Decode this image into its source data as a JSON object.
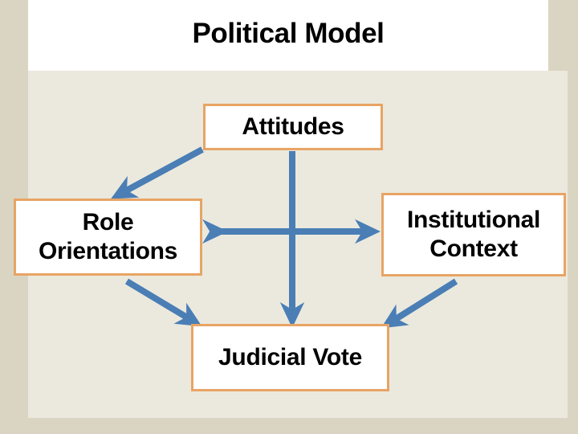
{
  "slide": {
    "title": "Political Model",
    "background_outer_color": "#dad5c2",
    "background_content_color": "#ebe9de",
    "header_color": "#ffffff"
  },
  "diagram": {
    "type": "flow-diagram",
    "box_border_color": "#e8a464",
    "box_fill_color": "#ffffff",
    "arrow_color": "#4a7eb5",
    "nodes": [
      {
        "id": "attitudes",
        "label": "Attitudes"
      },
      {
        "id": "role-orientations",
        "label": "Role\nOrientations"
      },
      {
        "id": "institutional-context",
        "label": "Institutional\nContext"
      },
      {
        "id": "judicial-vote",
        "label": "Judicial Vote"
      }
    ],
    "edges": [
      {
        "from": "attitudes",
        "to": "role-orientations",
        "direction": "one-way"
      },
      {
        "from": "attitudes",
        "to": "judicial-vote",
        "direction": "one-way"
      },
      {
        "from": "role-orientations",
        "to": "institutional-context",
        "direction": "two-way"
      },
      {
        "from": "role-orientations",
        "to": "judicial-vote",
        "direction": "one-way"
      },
      {
        "from": "institutional-context",
        "to": "judicial-vote",
        "direction": "one-way"
      }
    ]
  }
}
